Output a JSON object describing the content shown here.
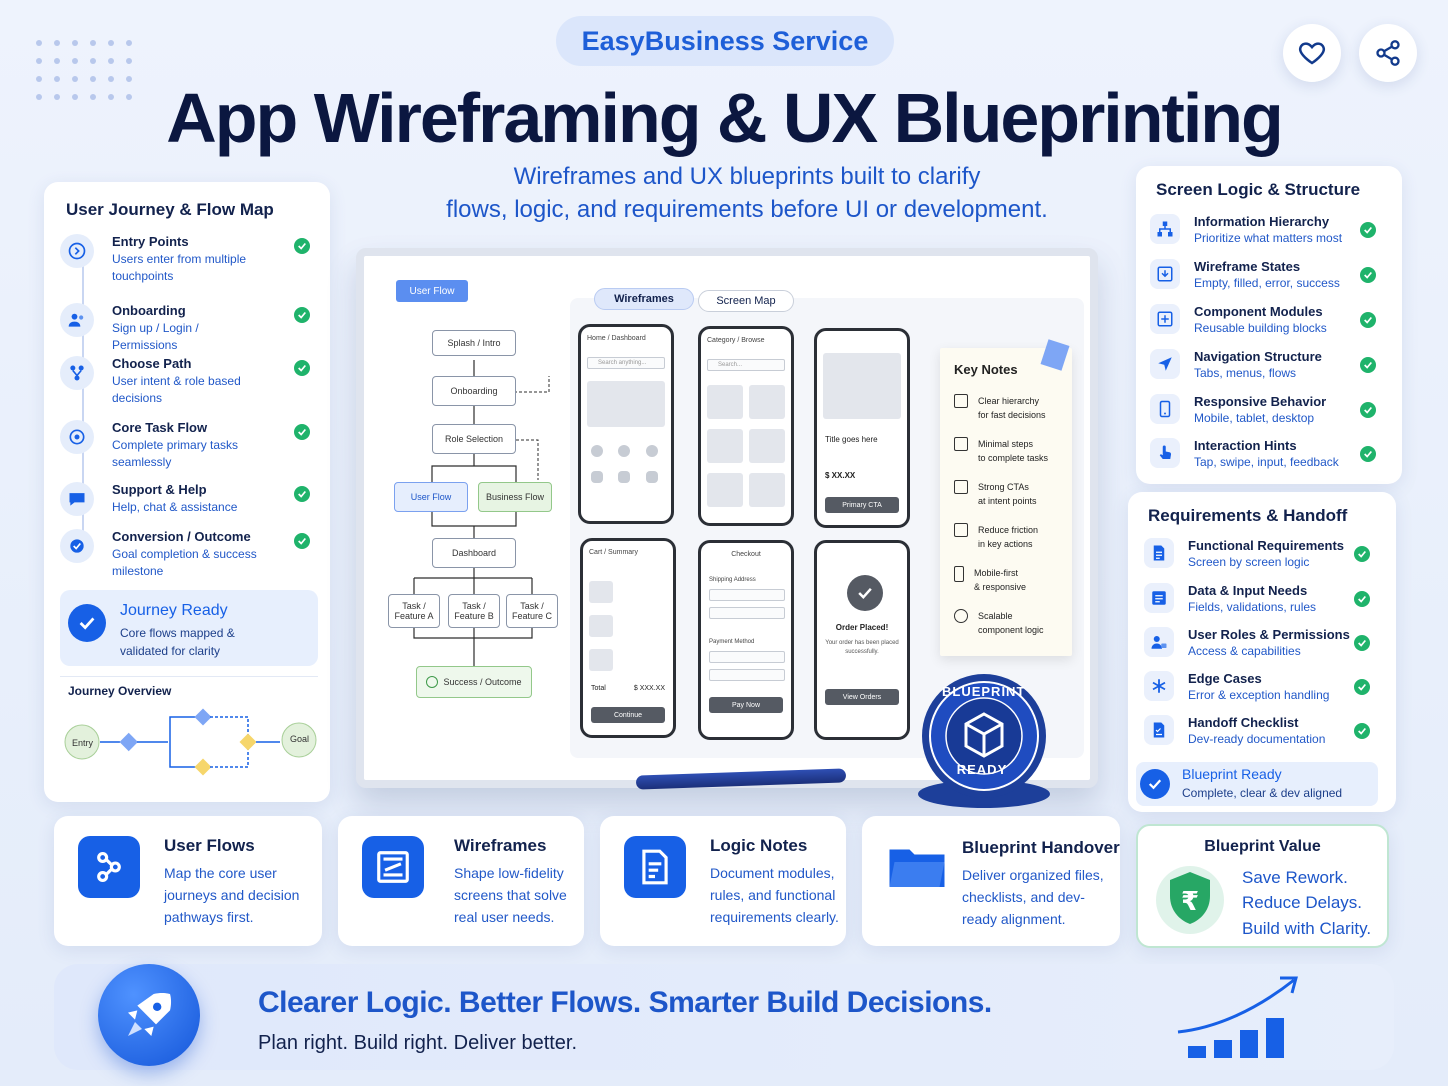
{
  "header": {
    "service": "EasyBusiness Service",
    "title": "App Wireframing & UX Blueprinting",
    "subtitle_line1": "Wireframes and UX blueprints built to clarify",
    "subtitle_line2": "flows, logic, and requirements before UI or development."
  },
  "journey": {
    "title": "User Journey & Flow Map",
    "steps": [
      {
        "title": "Entry Points",
        "desc": "Users enter from multiple touchpoints"
      },
      {
        "title": "Onboarding",
        "desc": "Sign up / Login / Permissions"
      },
      {
        "title": "Choose Path",
        "desc": "User intent & role based decisions"
      },
      {
        "title": "Core Task Flow",
        "desc": "Complete primary tasks seamlessly"
      },
      {
        "title": "Support & Help",
        "desc": "Help, chat & assistance"
      },
      {
        "title": "Conversion / Outcome",
        "desc": "Goal completion & success milestone"
      }
    ],
    "ready_title": "Journey Ready",
    "ready_desc": "Core flows mapped & validated for clarity",
    "overview_title": "Journey Overview",
    "overview_entry": "Entry",
    "overview_goal": "Goal"
  },
  "board": {
    "user_flow_tag": "User Flow",
    "tab_wireframes": "Wireframes",
    "tab_screen_map": "Screen Map",
    "flow": {
      "splash": "Splash / Intro",
      "onboarding": "Onboarding",
      "role": "Role Selection",
      "user_flow": "User Flow",
      "business_flow": "Business Flow",
      "dashboard": "Dashboard",
      "task_a": "Task / Feature A",
      "task_b": "Task / Feature B",
      "task_c": "Task / Feature C",
      "success": "Success / Outcome"
    },
    "phones": {
      "home": "Home / Dashboard",
      "home_search": "Search anything...",
      "category": "Category / Browse",
      "category_search": "Search...",
      "detail_title": "Title goes here",
      "detail_price": "$ XX.XX",
      "detail_cta": "Primary CTA",
      "cart": "Cart / Summary",
      "cart_total": "Total",
      "cart_total_value": "$ XXX.XX",
      "cart_continue": "Continue",
      "checkout": "Checkout",
      "shipping": "Shipping Address",
      "payment": "Payment Method",
      "pay_now": "Pay Now",
      "order_placed": "Order Placed!",
      "order_msg": "Your order has been placed successfully.",
      "view_orders": "View Orders"
    },
    "notes": {
      "title": "Key Notes",
      "items": [
        {
          "l1": "Clear hierarchy",
          "l2": "for fast decisions"
        },
        {
          "l1": "Minimal steps",
          "l2": "to complete tasks"
        },
        {
          "l1": "Strong CTAs",
          "l2": "at intent points"
        },
        {
          "l1": "Reduce friction",
          "l2": "in key actions"
        },
        {
          "l1": "Mobile-first",
          "l2": "& responsive"
        },
        {
          "l1": "Scalable",
          "l2": "component logic"
        }
      ]
    },
    "badge_top": "BLUEPRINT",
    "badge_bottom": "READY"
  },
  "screen_logic": {
    "title": "Screen Logic & Structure",
    "items": [
      {
        "title": "Information Hierarchy",
        "desc": "Prioritize what matters most"
      },
      {
        "title": "Wireframe States",
        "desc": "Empty, filled, error, success"
      },
      {
        "title": "Component Modules",
        "desc": "Reusable building blocks"
      },
      {
        "title": "Navigation Structure",
        "desc": "Tabs, menus, flows"
      },
      {
        "title": "Responsive Behavior",
        "desc": "Mobile, tablet, desktop"
      },
      {
        "title": "Interaction Hints",
        "desc": "Tap, swipe, input, feedback"
      }
    ]
  },
  "requirements": {
    "title": "Requirements & Handoff",
    "items": [
      {
        "title": "Functional Requirements",
        "desc": "Screen by screen logic"
      },
      {
        "title": "Data & Input Needs",
        "desc": "Fields, validations, rules"
      },
      {
        "title": "User Roles & Permissions",
        "desc": "Access & capabilities"
      },
      {
        "title": "Edge Cases",
        "desc": "Error & exception handling"
      },
      {
        "title": "Handoff Checklist",
        "desc": "Dev-ready documentation"
      }
    ],
    "ready_title": "Blueprint Ready",
    "ready_desc": "Complete, clear & dev aligned"
  },
  "features": [
    {
      "title": "User Flows",
      "desc": "Map the core user journeys and decision pathways first."
    },
    {
      "title": "Wireframes",
      "desc": "Shape low-fidelity screens that solve real user needs."
    },
    {
      "title": "Logic Notes",
      "desc": "Document modules, rules, and functional requirements clearly."
    },
    {
      "title": "Blueprint Handover",
      "desc": "Deliver organized files, checklists, and dev-ready alignment."
    }
  ],
  "value": {
    "title": "Blueprint Value",
    "l1": "Save Rework.",
    "l2": "Reduce Delays.",
    "l3": "Build with Clarity."
  },
  "banner": {
    "headline": "Clearer Logic. Better Flows. Smarter Build Decisions.",
    "sub": "Plan right. Build right. Deliver better."
  },
  "colors": {
    "accent": "#1760e6",
    "navy": "#0b1740",
    "success": "#1fb36b"
  }
}
